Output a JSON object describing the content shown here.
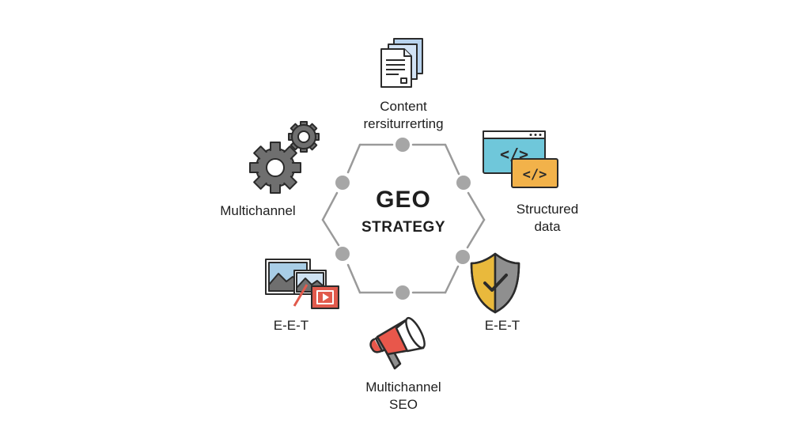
{
  "center": {
    "title": "GEO",
    "subtitle": "STRATEGY"
  },
  "nodes": [
    {
      "id": "content",
      "icon": "documents-icon",
      "lines": [
        "Content",
        "rersiturrerting"
      ]
    },
    {
      "id": "structured",
      "icon": "code-window-icon",
      "lines": [
        "Structured",
        "data"
      ]
    },
    {
      "id": "eet-right",
      "icon": "shield-check-icon",
      "lines": [
        "E-E-T"
      ]
    },
    {
      "id": "multichannel-seo",
      "icon": "megaphone-icon",
      "lines": [
        "Multichannel",
        "SEO"
      ]
    },
    {
      "id": "eet-left",
      "icon": "media-gallery-icon",
      "lines": [
        "E-E-T"
      ]
    },
    {
      "id": "multichannel",
      "icon": "gears-icon",
      "lines": [
        "Multichannel"
      ]
    }
  ],
  "colors": {
    "outline": "#2b2b2b",
    "hexagon": "#9a9a9a",
    "dot": "#a6a6a6",
    "code_window_blue": "#6fc7da",
    "code_window_orange": "#f2b24a",
    "shield_gold": "#e9b93c",
    "shield_grey": "#8f8f8f",
    "megaphone_red": "#e8574b",
    "media_red": "#e15a4c",
    "media_blue": "#a8cde6",
    "doc_blue": "#b8d3ee",
    "gear_grey": "#6f6f6f"
  }
}
